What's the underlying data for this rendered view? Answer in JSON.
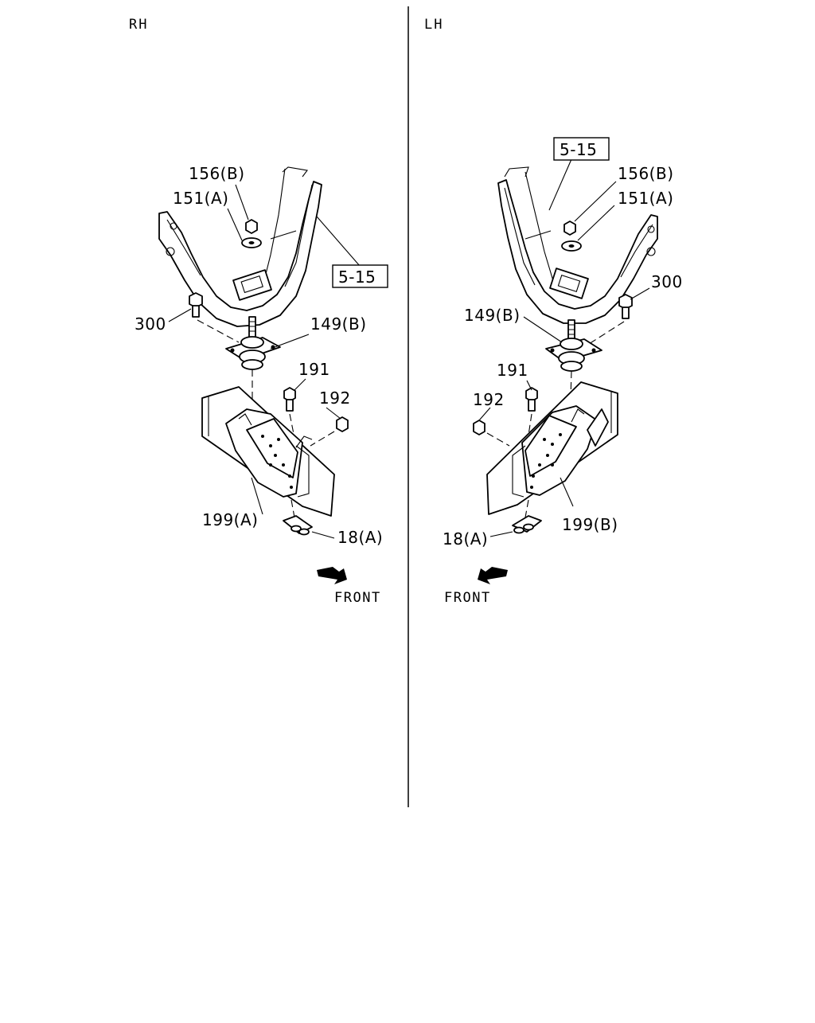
{
  "headers": {
    "rh": "RH",
    "lh": "LH"
  },
  "rh": {
    "ref": "5-15",
    "p156": "156(B)",
    "p151": "151(A)",
    "p300": "300",
    "p149": "149(B)",
    "p191": "191",
    "p192": "192",
    "p199": "199(A)",
    "p18": "18(A)",
    "front": "FRONT"
  },
  "lh": {
    "ref": "5-15",
    "p156": "156(B)",
    "p151": "151(A)",
    "p300": "300",
    "p149": "149(B)",
    "p191": "191",
    "p192": "192",
    "p199": "199(B)",
    "p18": "18(A)",
    "front": "FRONT"
  },
  "icons": {
    "front_arrow": "front-arrow-icon"
  }
}
